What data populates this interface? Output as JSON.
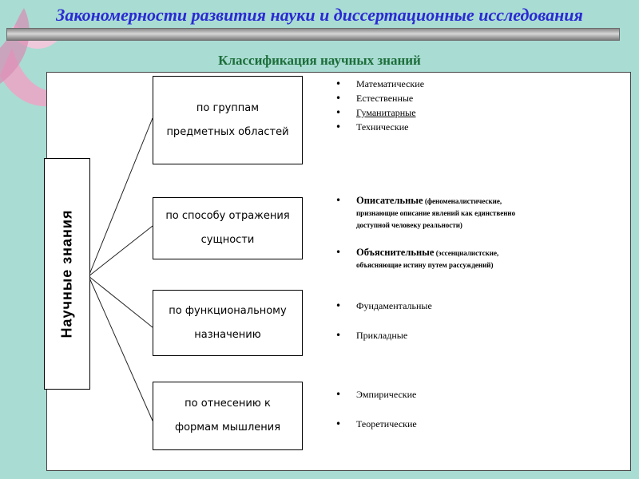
{
  "header": {
    "title": "Закономерности развития науки и диссертационные исследования",
    "subtitle": "Классификация  научных знаний"
  },
  "colors": {
    "background": "#a9dcd3",
    "title": "#2a2ad4",
    "subtitle": "#1c6e3a"
  },
  "diagram": {
    "root": "Научные знания",
    "categories": [
      {
        "line1": "по группам",
        "line2": "предметных  областей"
      },
      {
        "line1": "по способу  отражения",
        "line2": "сущности"
      },
      {
        "line1": "по функциональному",
        "line2": "назначению"
      },
      {
        "line1": "по отнесению  к",
        "line2": "формам  мышления"
      }
    ],
    "group1": [
      "Математические",
      "Естественные",
      "Гуманитарные",
      "Технические"
    ],
    "group2": {
      "item1_main": "Описательные",
      "item1_note_a": " (феноменалистические,",
      "item1_note_b": "признающие описание явлений как единственно",
      "item1_note_c": "доступной человеку реальности)",
      "item2_main": "Объяснительные",
      "item2_note_a": " (эссенциалистские,",
      "item2_note_b": "объясняющие истину путем рассуждений)"
    },
    "group3": [
      "Фундаментальные",
      "Прикладные"
    ],
    "group4": [
      "Эмпирические",
      "Теоретические"
    ]
  }
}
